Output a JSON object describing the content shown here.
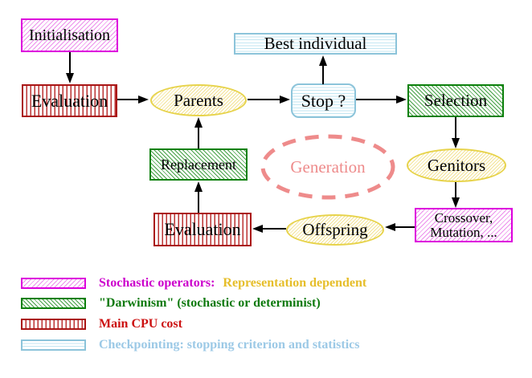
{
  "diagram": {
    "nodes": {
      "initialisation": "Initialisation",
      "evaluation_top": "Evaluation",
      "parents": "Parents",
      "best_individual": "Best individual",
      "stop": "Stop ?",
      "selection": "Selection",
      "genitors": "Genitors",
      "crossover_line1": "Crossover,",
      "crossover_line2": "Mutation, ...",
      "offspring": "Offspring",
      "evaluation_bottom": "Evaluation",
      "replacement": "Replacement",
      "generation": "Generation"
    },
    "colors": {
      "magenta_border": "#dd00dd",
      "magenta_hatch": "#ec8fec",
      "green_border": "#0b800b",
      "green_hatch": "#44a044",
      "red_border": "#aa1515",
      "red_stripe": "#bb3333",
      "cyan_border": "#8cc4da",
      "cyan_stripe": "#c2e6f2",
      "yellow_border": "#e7d34b",
      "yellow_hatch": "#f3e396",
      "salmon_dashed": "#ee8b8b",
      "arrow": "#000000"
    }
  },
  "legend": {
    "items": [
      {
        "swatch_icon": "magenta-diagonal-hatch-swatch",
        "label": "Stochastic operators:",
        "suffix": "Representation dependent",
        "label_color": "#cc00cc",
        "suffix_color": "#e6be2a"
      },
      {
        "swatch_icon": "green-diagonal-hatch-swatch",
        "label": "\"Darwinism\" (stochastic or determinist)",
        "label_color": "#0e7a0e"
      },
      {
        "swatch_icon": "red-vertical-stripe-swatch",
        "label": "Main CPU cost",
        "label_color": "#cc1111"
      },
      {
        "swatch_icon": "cyan-horizontal-stripe-swatch",
        "label": "Checkpointing: stopping criterion and statistics",
        "label_color": "#9cc9e6"
      }
    ]
  }
}
